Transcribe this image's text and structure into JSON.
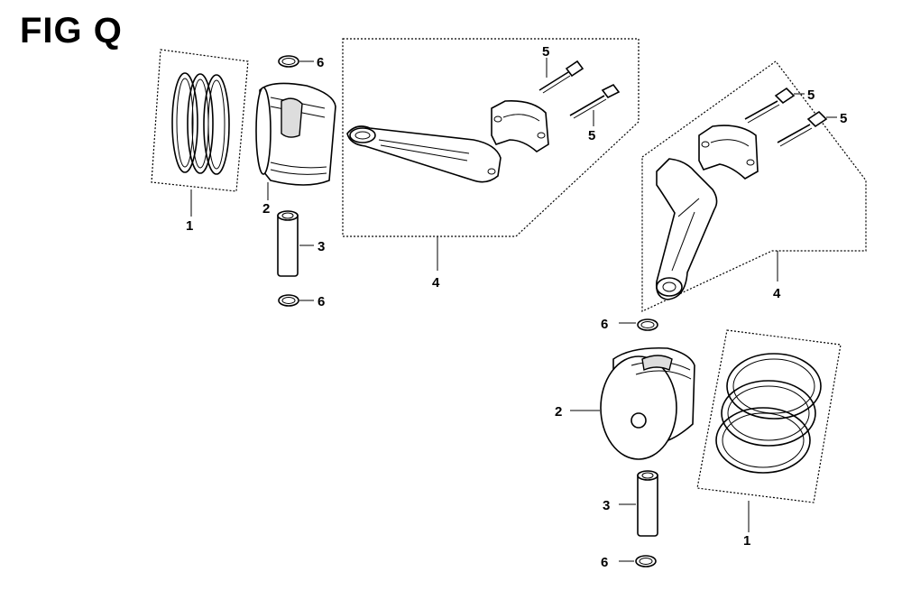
{
  "title": "FIG Q",
  "callouts": {
    "rings_left": "1",
    "piston_left": "2",
    "pin_left": "3",
    "rod_left": "4",
    "bolt_left_a": "5",
    "bolt_left_b": "5",
    "clip_left_top": "6",
    "clip_left_bottom": "6",
    "bolt_right_a": "5",
    "bolt_right_b": "5",
    "rod_right": "4",
    "clip_right_top": "6",
    "piston_right": "2",
    "rings_right": "1",
    "pin_right": "3",
    "clip_right_bottom": "6"
  }
}
